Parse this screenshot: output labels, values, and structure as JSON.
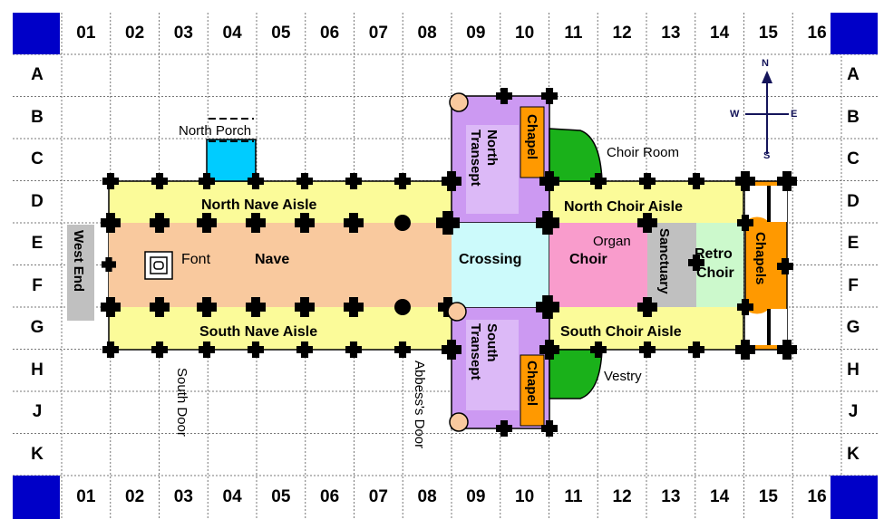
{
  "columns": [
    "01",
    "02",
    "03",
    "04",
    "05",
    "06",
    "07",
    "08",
    "09",
    "10",
    "11",
    "12",
    "13",
    "14",
    "15",
    "16"
  ],
  "rows": [
    "A",
    "B",
    "C",
    "D",
    "E",
    "F",
    "G",
    "H",
    "J",
    "K"
  ],
  "colors": {
    "corner": "#0000c8",
    "nave": "#f9c99e",
    "aisle": "#fbfb99",
    "transept": "#cc99f2",
    "transept_inner": "#dcb9f7",
    "crossing": "#ccfafb",
    "choir": "#f99ccc",
    "retro_choir": "#ccf9cc",
    "sanctuary": "#c0c0c0",
    "chapel": "#ff9900",
    "porch": "#00ccff",
    "choir_room": "#1ab11a",
    "west_end": "#c0c0c0"
  },
  "labels": {
    "north_porch": "North Porch",
    "choir_room": "Choir Room",
    "north_nave_aisle": "North Nave Aisle",
    "north_choir_aisle": "North Choir Aisle",
    "nave": "Nave",
    "font": "Font",
    "crossing": "Crossing",
    "organ": "Organ",
    "choir": "Choir",
    "sanctuary": "Sanctuary",
    "retro_choir_1": "Retro",
    "retro_choir_2": "Choir",
    "chapels": "Chapels",
    "west_end": "West End",
    "south_nave_aisle": "South Nave Aisle",
    "south_choir_aisle": "South Choir Aisle",
    "north_transept_1": "North",
    "north_transept_2": "Transept",
    "south_transept_1": "South",
    "south_transept_2": "Transept",
    "chapel_north": "Chapel",
    "chapel_south": "Chapel",
    "vestry": "Vestry",
    "south_door": "South Door",
    "abbess_door": "Abbess's Door"
  },
  "compass": {
    "n": "N",
    "s": "S",
    "e": "E",
    "w": "W"
  }
}
